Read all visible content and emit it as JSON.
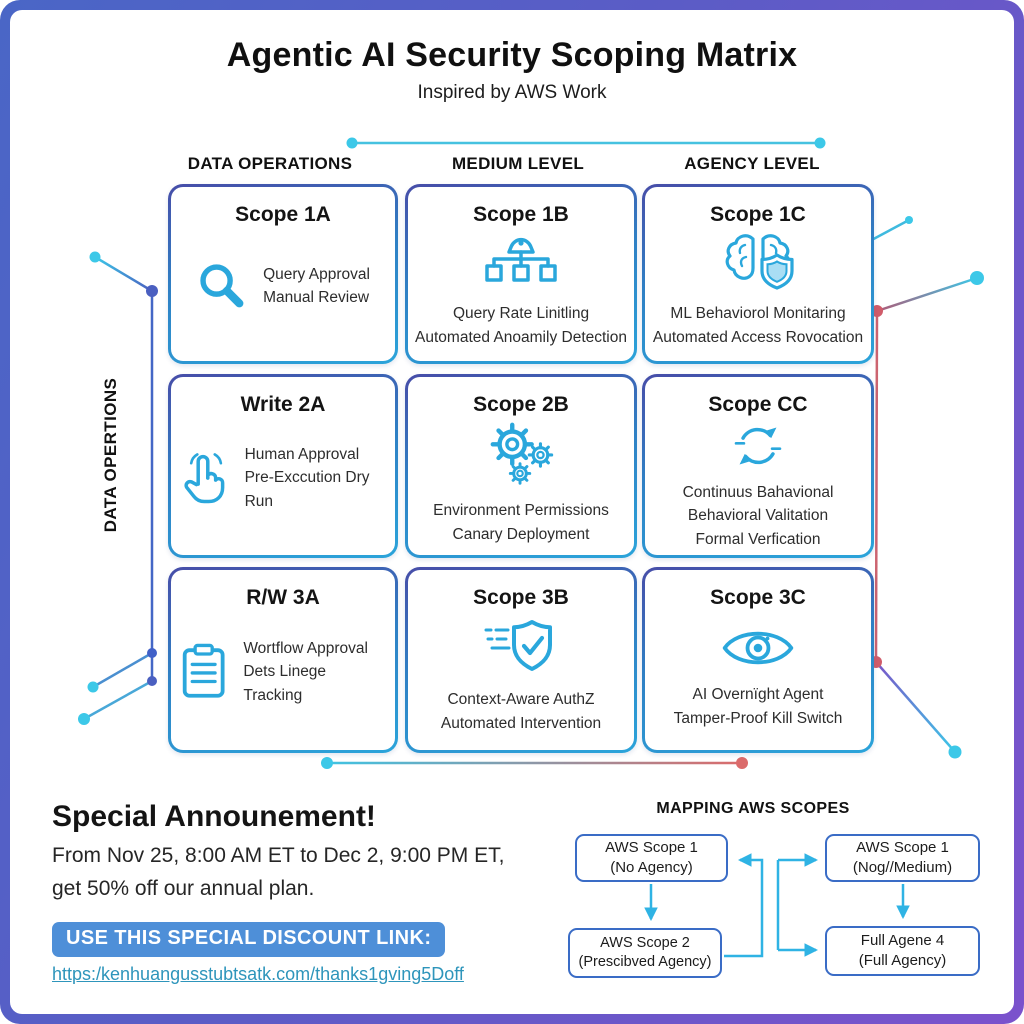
{
  "header": {
    "title": "Agentic AI Security Scoping Matrix",
    "subtitle": "Inspired by AWS Work"
  },
  "columns": {
    "col1": "DATA OPERATIONS",
    "col2": "MEDIUM LEVEL",
    "col3": "AGENCY LEVEL"
  },
  "side_label": "DATA OPERTIONS",
  "matrix": {
    "cards": [
      {
        "title": "Scope 1A",
        "icon": "magnifier-icon",
        "lines": [
          "Query Approval",
          "Manual Review"
        ]
      },
      {
        "title": "Scope 1B",
        "icon": "alert-hierarchy-icon",
        "lines": [
          "Query Rate Linitling",
          "Automated Anoamily Detection"
        ]
      },
      {
        "title": "Scope 1C",
        "icon": "brain-shield-icon",
        "lines": [
          "ML Behaviorol Monitaring",
          "Automated Access Rovocation"
        ]
      },
      {
        "title": "Write 2A",
        "icon": "tap-hand-icon",
        "lines": [
          "Human Approval",
          "Pre-Exccution Dry Run"
        ]
      },
      {
        "title": "Scope 2B",
        "icon": "gears-icon",
        "lines": [
          "Environment Permissions",
          "Canary Deployment"
        ]
      },
      {
        "title": "Scope CC",
        "icon": "cycle-arrows-icon",
        "lines": [
          "Continuus Bahavional",
          "Behavioral Valitation",
          "Formal Verfication"
        ]
      },
      {
        "title": "R/W 3A",
        "icon": "clipboard-icon",
        "lines": [
          "Wortflow Approval",
          "Dets Linege Tracking"
        ]
      },
      {
        "title": "Scope 3B",
        "icon": "shield-check-icon",
        "lines": [
          "Context-Aware AuthZ",
          "Automated Intervention"
        ]
      },
      {
        "title": "Scope 3C",
        "icon": "eye-icon",
        "lines": [
          "AI Overnïght Agent",
          "Tamper-Proof Kill Switch"
        ]
      }
    ]
  },
  "announcement": {
    "title": "Special Announement!",
    "line1": "From Nov 25, 8:00 AM ET to Dec 2, 9:00 PM ET,",
    "line2": "get 50% off our annual plan.",
    "button_label": "USE THIS SPECIAL DISCOUNT LINK:",
    "link_text": "https:/kenhuangusstubtsatk.com/thanks1gving5Doff",
    "link_href": "https:/kenhuangusstubtsatk.com/thanks1gving5Doff"
  },
  "mapping": {
    "title": "MAPPING AWS SCOPES",
    "boxes": [
      {
        "line1": "AWS Scope 1",
        "line2": "(No Agency)"
      },
      {
        "line1": "AWS Scope 1",
        "line2": "(Nog//Medium)"
      },
      {
        "line1": "AWS Scope 2",
        "line2": "(Prescibved Agency)"
      },
      {
        "line1": "Full Agene 4",
        "line2": "(Full Agency)"
      }
    ]
  },
  "colors": {
    "accent_cyan": "#2aa7dc",
    "dot_cyan": "#3cc8e8",
    "dot_blue": "#4a5fc0",
    "dot_coral": "#d9646c",
    "card_border_top": "#474da8",
    "card_border_bottom": "#2ba4da",
    "frame_blue": "#4a66c6",
    "frame_purple": "#7b52cc",
    "button_blue": "#4e8fd8",
    "link_teal": "#2e95bb",
    "map_box_border": "#3a6cc6",
    "arrow_cyan": "#2fb3e4"
  }
}
